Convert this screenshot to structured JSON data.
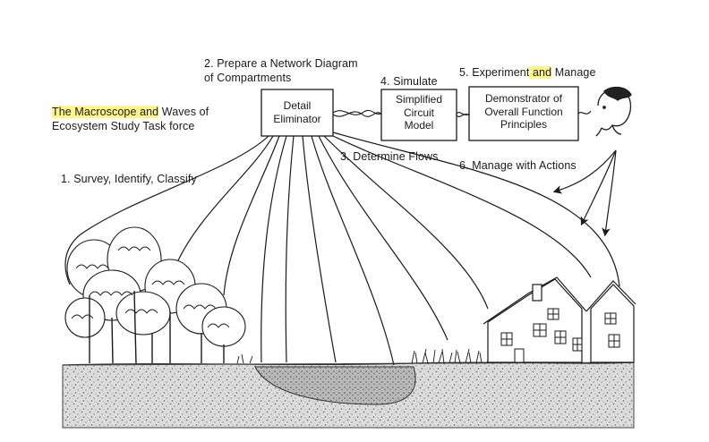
{
  "left_title": {
    "line1_pre": "The Macroscope",
    "line1_and": " and",
    "line1_post": " Waves of",
    "line2": "Ecosystem Study Task force"
  },
  "steps": {
    "s1": "1. Survey, Identify, Classify",
    "s2_line1": "2. Prepare a Network Diagram",
    "s2_line2": "of Compartments",
    "s3": "3. Determine Flows",
    "s4": "4. Simulate",
    "s5_pre": "5. Experiment",
    "s5_and": " and",
    "s5_post": " Manage",
    "s6": "6. Manage with Actions"
  },
  "boxes": {
    "detail": [
      "Detail",
      "Eliminator"
    ],
    "model": [
      "Simplified",
      "Circuit",
      "Model"
    ],
    "demo": [
      "Demonstrator of",
      "Overall Function",
      "Principles"
    ]
  },
  "colors": {
    "highlight": "#fff58a",
    "ink": "#1a1a1a",
    "soil": "#c9c9c9",
    "puddle": "#b5b5b5"
  }
}
